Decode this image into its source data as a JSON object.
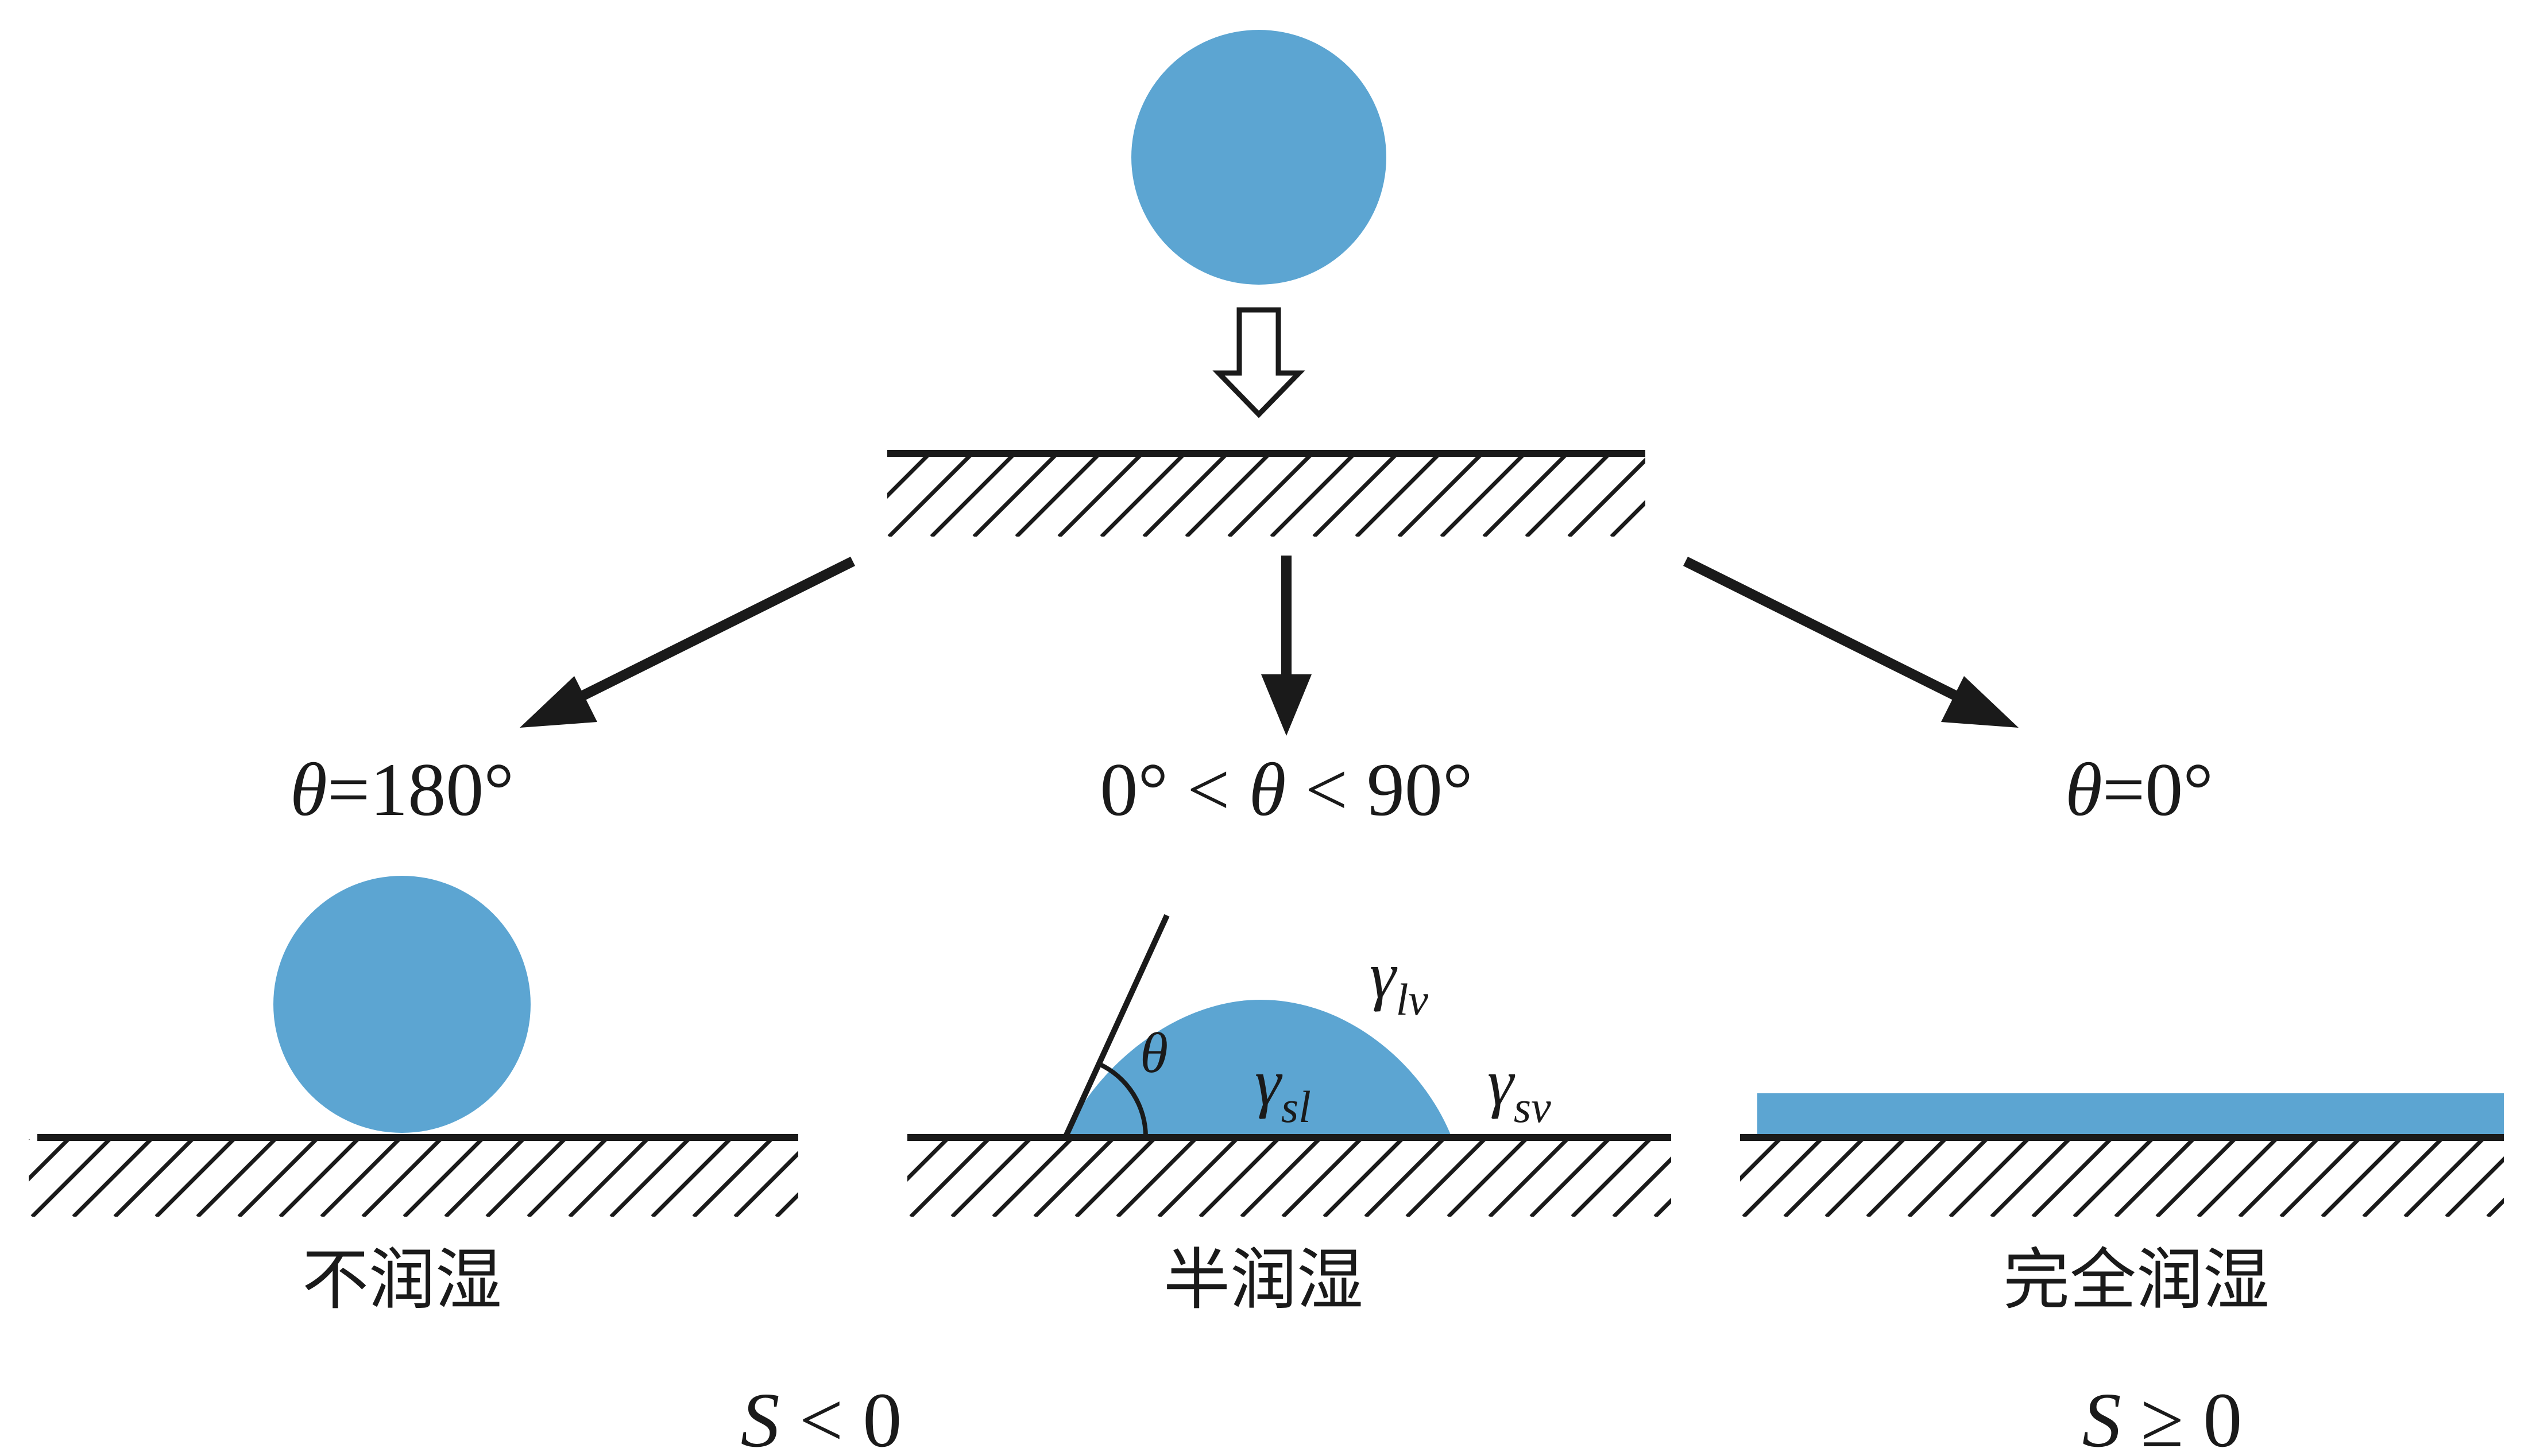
{
  "colors": {
    "droplet": "#5ca5d2",
    "ink": "#1a1a1a",
    "background": "#ffffff"
  },
  "cases": {
    "left": {
      "angle_symbol": "θ",
      "angle_value": "=180°",
      "name": "不润湿"
    },
    "center": {
      "angle_lead": "0° < ",
      "angle_symbol": "θ",
      "angle_trail": " < 90°",
      "name": "半润湿",
      "inner_angle": "θ",
      "tension_lv": {
        "symbol": "γ",
        "sub": "lv"
      },
      "tension_sl": {
        "symbol": "γ",
        "sub": "sl"
      },
      "tension_sv": {
        "symbol": "γ",
        "sub": "sv"
      }
    },
    "right": {
      "angle_symbol": "θ",
      "angle_value": "=0°",
      "name": "完全润湿"
    }
  },
  "spreading": {
    "left": {
      "var": "S",
      "rel": " < 0"
    },
    "right": {
      "var": "S",
      "rel": " ≥ 0"
    }
  }
}
